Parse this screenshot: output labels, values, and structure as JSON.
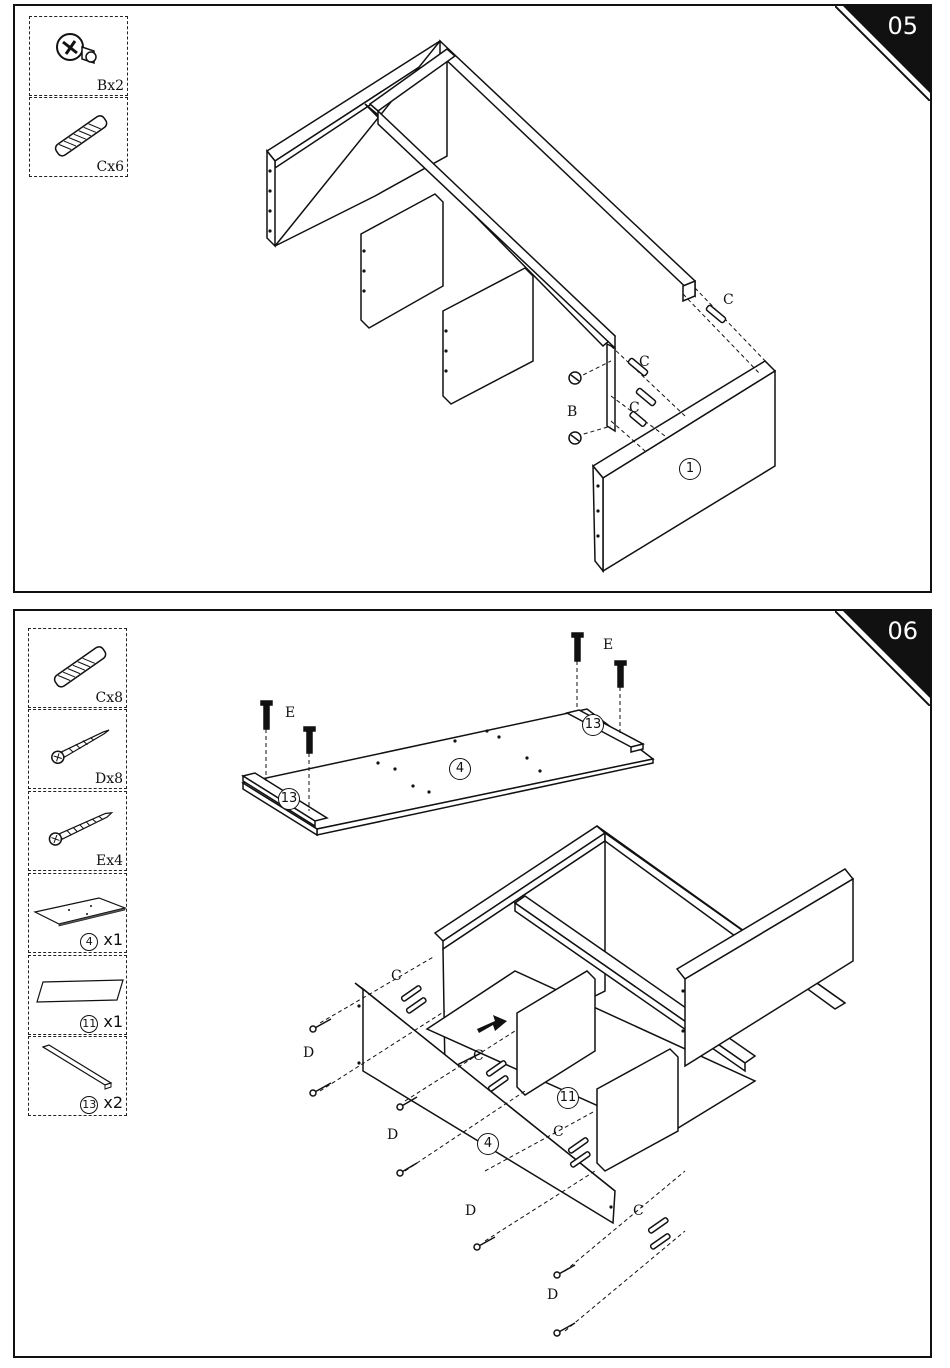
{
  "steps": [
    {
      "number": "05",
      "hardware": [
        {
          "qty": "Bx2",
          "icon": "cam-lock-icon"
        },
        {
          "qty": "Cx6",
          "icon": "wooden-dowel-icon"
        }
      ],
      "labels": {
        "c": "C",
        "b": "B"
      },
      "part_panel": "1"
    },
    {
      "number": "06",
      "hardware": [
        {
          "qty": "Cx8",
          "icon": "wooden-dowel-icon"
        },
        {
          "qty": "Dx8",
          "icon": "wood-screw-icon"
        },
        {
          "qty": "Ex4",
          "icon": "short-screw-icon"
        },
        {
          "part": "4",
          "qty": "x1",
          "icon": "back-panel-icon"
        },
        {
          "part": "11",
          "qty": "x1",
          "icon": "thin-panel-icon"
        },
        {
          "part": "13",
          "qty": "x2",
          "icon": "rail-icon"
        }
      ],
      "labels": {
        "c": "C",
        "d": "D",
        "e": "E"
      },
      "parts": {
        "board": "4",
        "rail": "13",
        "inner_panel": "11"
      }
    }
  ]
}
